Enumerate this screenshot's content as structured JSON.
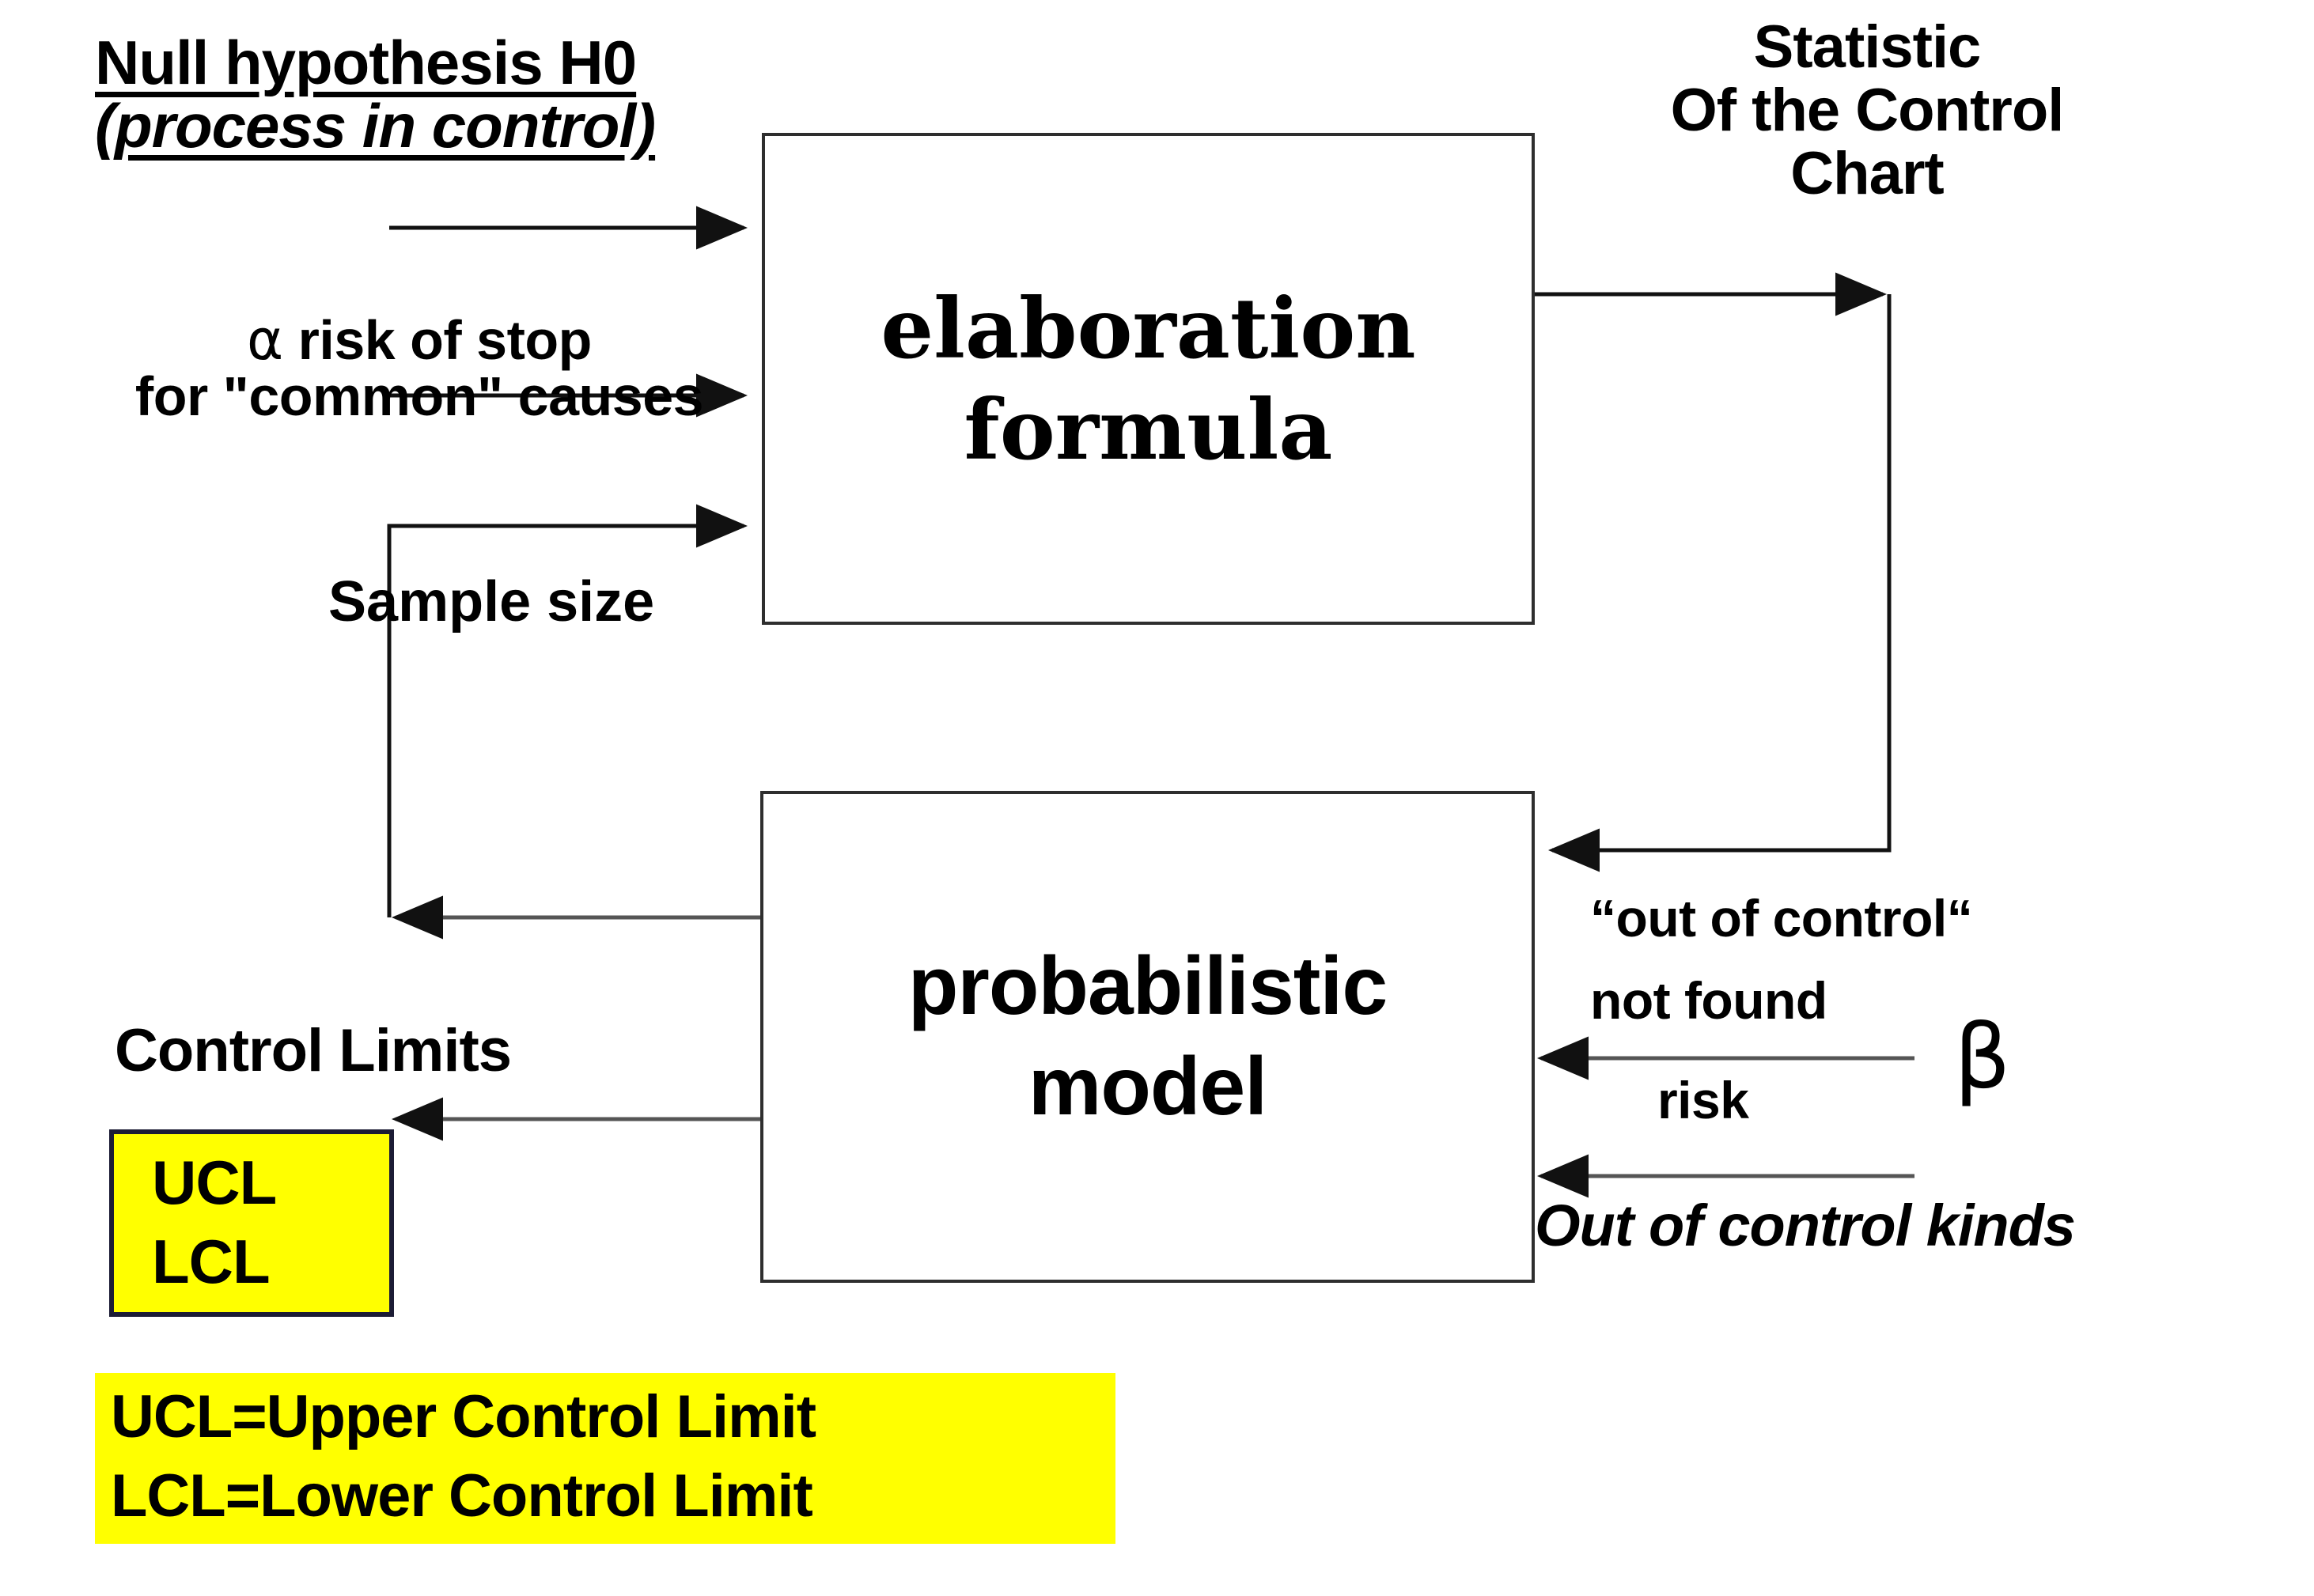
{
  "diagram": {
    "title_implicit": "Control chart logic flow",
    "colors": {
      "highlight": "#ffff00",
      "box_border": "#2e2e2e",
      "ucl_box_border": "#1c1c35",
      "line": "#111111",
      "text": "#000000",
      "background": "#ffffff"
    },
    "inputs": {
      "null_hypothesis": {
        "line1": "Null hypothesis H0",
        "line2": "(process in control)"
      },
      "alpha_risk": {
        "symbol": "α",
        "line1": " risk of stop",
        "line2": "for \"common\" causes"
      },
      "sample_size": "Sample size"
    },
    "boxes": {
      "elaboration": {
        "line1": "elaboration",
        "line2": "formula"
      },
      "probabilistic": {
        "line1": "probabilistic",
        "line2": "model"
      }
    },
    "outputs": {
      "statistic": {
        "line1": "Statistic",
        "line2": "Of the Control",
        "line3": "Chart"
      },
      "control_limits_label": "Control Limits",
      "ucl_lcl": {
        "ucl": "UCL",
        "lcl": "LCL"
      }
    },
    "annotations": {
      "out_of_control": "“out of control“",
      "not_found": "not found",
      "risk": "risk",
      "beta": "β",
      "out_of_control_kinds": "Out of control kinds"
    },
    "legend": {
      "line1": "UCL=Upper Control Limit",
      "line2": "LCL=Lower Control Limit"
    }
  }
}
